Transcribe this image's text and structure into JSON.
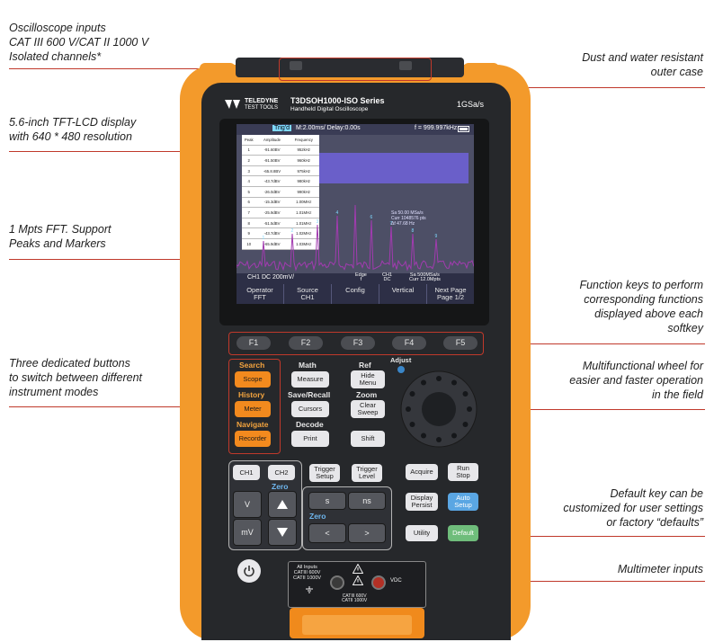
{
  "callouts": {
    "inputs": "Oscilloscope inputs\nCAT III 600 V/CAT II 1000 V\nIsolated channels*",
    "display": "5.6-inch TFT-LCD display\nwith 640 * 480 resolution",
    "fft": "1 Mpts FFT. Support\nPeaks and Markers",
    "modes": "Three dedicated buttons\nto switch between different\ninstrument modes",
    "case": "Dust and water resistant\nouter case",
    "fkeys": "Function keys to perform\ncorresponding functions\ndisplayed above each\nsoftkey",
    "wheel": "Multifunctional wheel for\neasier and faster operation\nin the field",
    "default": "Default key can be\ncustomized for user settings\nor factory “defaults”",
    "multimeter": "Multimeter inputs"
  },
  "device": {
    "brand_line1": "TELEDYNE",
    "brand_line2": "TEST TOOLS",
    "model": "T3DSOH1000-ISO Series",
    "subtitle": "Handheld Digital Oscilloscope",
    "rate": "1GSa/s"
  },
  "screen": {
    "trig": "Trig'd",
    "timebase": "M:2.00ms/ Delay:0.00s",
    "freq": "f = 999.997kHz",
    "table_headers": [
      "Peak",
      "Amplitude",
      "Frequency"
    ],
    "table_rows": [
      [
        "1",
        "-91.60BV",
        "952kHz"
      ],
      [
        "2",
        "-91.50BV",
        "960kHz"
      ],
      [
        "3",
        "-65.8.8BV",
        "975kHz"
      ],
      [
        "4",
        "-43.7dBV",
        "980kHz"
      ],
      [
        "5",
        "-26.0dBV",
        "990kHz"
      ],
      [
        "6",
        "-15.3dBV",
        "1.00MHz"
      ],
      [
        "7",
        "-25.9dBV",
        "1.01MHz"
      ],
      [
        "8",
        "-51.5dBV",
        "1.01MHz"
      ],
      [
        "9",
        "-43.7dBV",
        "1.02MHz"
      ],
      [
        "10",
        "-65.9dBV",
        "1.03MHz"
      ]
    ],
    "sa_lines": [
      "Sa 50.00 MSa/s",
      "Curr 1048576 pts",
      "Δf 47.68 Hz"
    ],
    "status_ch": "CH1 DC 200mV/",
    "status_edge": "Edge\nf",
    "status_ch1": "CH1\nDC",
    "status_sa": "Sa 500MSa/s\nCurr 12.0Mpts",
    "softkeys": [
      "Operator\nFFT",
      "Source\nCH1",
      "Config",
      "Vertical",
      "Next Page\nPage 1/2"
    ]
  },
  "fkeys": [
    "F1",
    "F2",
    "F3",
    "F4",
    "F5"
  ],
  "buttons": {
    "search": "Search",
    "scope": "Scope",
    "history": "History",
    "meter": "Meter",
    "navigate": "Navigate",
    "recorder": "Recorder",
    "math": "Math",
    "measure": "Measure",
    "save_recall": "Save/Recall",
    "cursors": "Cursors",
    "decode": "Decode",
    "print": "Print",
    "ref": "Ref",
    "hide_menu": "Hide\nMenu",
    "zoom": "Zoom",
    "clear_sweep": "Clear\nSweep",
    "shift": "Shift",
    "adjust": "Adjust",
    "ch1": "CH1",
    "ch2": "CH2",
    "zero1": "Zero",
    "v": "V",
    "mv": "mV",
    "trigger_setup": "Trigger\nSetup",
    "trigger_level": "Trigger\nLevel",
    "s": "s",
    "ns": "ns",
    "zero2": "Zero",
    "left": "<",
    "right": ">",
    "acquire": "Acquire",
    "run_stop": "Run\nStop",
    "display_persist": "Display\nPersist",
    "auto_setup": "Auto\nSetup",
    "utility": "Utility",
    "default": "Default"
  },
  "meter_panel": {
    "all_inputs": "All Inputs\nCATIII 600V\nCATII 1000V",
    "cat_bottom": "CATIII 600V\nCATII 1000V",
    "vdc": "VDC"
  },
  "colors": {
    "accent_red": "#c0392b",
    "case_orange": "#f39a2b",
    "trace": "#a23bb0",
    "fft_band": "#6a5fc9",
    "screen_bg": "#4d4f66"
  },
  "icons": [
    "power-icon",
    "up-arrow-icon",
    "down-arrow-icon",
    "warning-icon",
    "ground-icon"
  ]
}
